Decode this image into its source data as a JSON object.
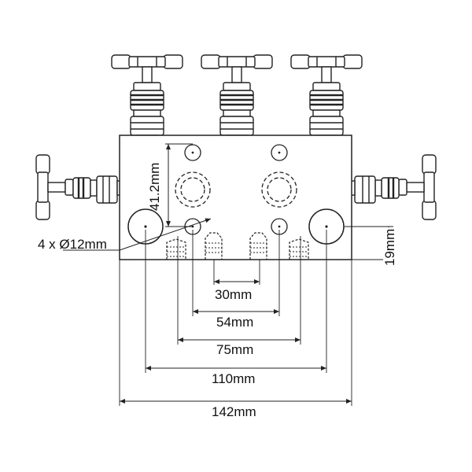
{
  "drawing": {
    "labels": {
      "bore_spacing_30": "30mm",
      "bore_spacing_54": "54mm",
      "bore_spacing_75": "75mm",
      "port_spacing_110": "110mm",
      "body_width_142": "142mm",
      "vertical_41_2": "41.2mm",
      "vertical_19": "19mm",
      "hole_callout": "4 x Ø12mm"
    }
  }
}
